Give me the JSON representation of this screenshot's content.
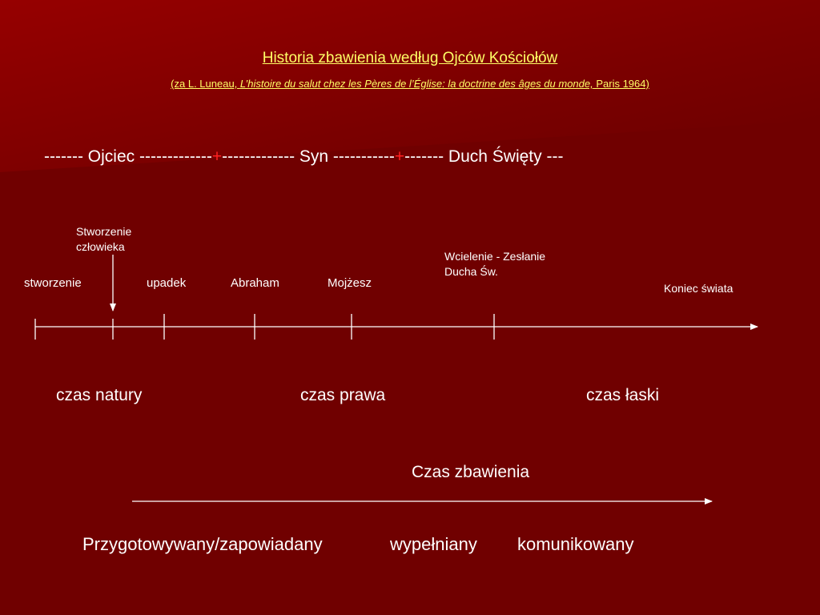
{
  "title": "Historia zbawienia według Ojców Kościołów",
  "subtitle": {
    "prefix": "(za L. Luneau, ",
    "italic": "L’histoire du salut chez les Pères de l’Église: la doctrine des âges du monde,",
    "suffix": " Paris 1964)"
  },
  "trinity": {
    "part1": "------- Ojciec -------------",
    "plus1": "+",
    "part2": "------------- Syn -----------",
    "plus2": "+",
    "part3": "------- Duch Święty ---"
  },
  "events": {
    "creation_of_man_line1": "Stworzenie",
    "creation_of_man_line2": "człowieka",
    "creation": "stworzenie",
    "fall": "upadek",
    "abraham": "Abraham",
    "moses": "Mojżesz",
    "incarnation_line1": "Wcielenie - Zesłanie",
    "incarnation_line2": "Ducha Św.",
    "end_of_world": "Koniec świata"
  },
  "eras": {
    "nature": "czas natury",
    "law": "czas prawa",
    "grace": "czas łaski"
  },
  "salvation": {
    "label": "Czas zbawienia",
    "prepared": "Przygotowywany/zapowiadany",
    "fulfilled": "wypełniany",
    "communicated": "komunikowany"
  },
  "colors": {
    "background": "#700000",
    "highlight_band": "#8e0000",
    "title": "#ffff66",
    "text": "#ffffff",
    "plus": "#ff2020"
  }
}
